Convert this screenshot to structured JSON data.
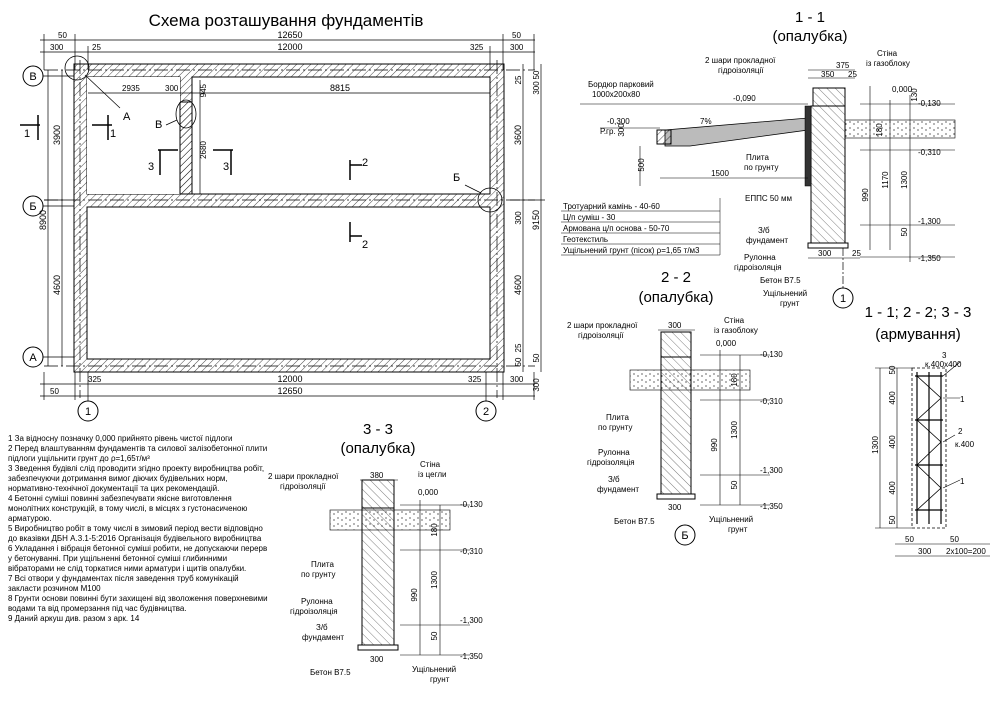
{
  "plan": {
    "title": "Схема розташування фундаментів",
    "top_dims": [
      "12650",
      "12000"
    ],
    "top_small": [
      "50",
      "300",
      "25",
      "325",
      "300",
      "50"
    ],
    "bottom_dims": [
      "12000",
      "12650"
    ],
    "bottom_small": [
      "325",
      "325",
      "50",
      "300",
      "300",
      "50"
    ],
    "inner_dims": [
      "2935",
      "300",
      "945",
      "8815",
      "2680"
    ],
    "left_dims": [
      "3900",
      "8900",
      "4600"
    ],
    "right_dims": [
      "3600",
      "9150",
      "4600",
      "300",
      "25",
      "50",
      "300",
      "50",
      "50",
      "300",
      "25"
    ],
    "axes_rows": [
      "В",
      "Б",
      "А"
    ],
    "axes_cols": [
      "1",
      "2"
    ],
    "node_labels": [
      "А",
      "В",
      "Б"
    ],
    "section_marks": [
      "1",
      "1",
      "2",
      "2",
      "3",
      "3"
    ]
  },
  "section11": {
    "title": "1 - 1",
    "subtitle": "(опалубка)",
    "labels": {
      "border": "Бордюр парковий",
      "border_size": "1000х200х80",
      "layers": "2 шари прокладної",
      "layers2": "гідроізоляції",
      "wall": "Стіна",
      "wall2": "із газоблоку",
      "slab": "Плита",
      "slab2": "по грунту",
      "epps": "ЕППС 50 мм",
      "foundation": "З/б",
      "foundation2": "фундамент",
      "roll": "Рулонна",
      "roll2": "гідроізоляція",
      "concrete": "Бетон В7.5",
      "soil": "Ущільнений",
      "soil2": "грунт",
      "rgr": "Р.гр.",
      "slope": "7%"
    },
    "layers_table": [
      "Тротуарний камінь - 40-60",
      "Ц/п суміш - 30",
      "Армована ц/п основа - 50-70",
      "Геотекстиль",
      "Ущільнений грунт (пісок) ρ=1,65 т/м3"
    ],
    "levels": [
      "-0,090",
      "-0,300",
      "0,000",
      "-0,130",
      "-0,310",
      "-1,300",
      "-1,350"
    ],
    "dims": [
      "375",
      "350",
      "25",
      "130",
      "180",
      "1300",
      "1170",
      "990",
      "50",
      "300",
      "25",
      "300",
      "500",
      "1500"
    ],
    "axis": "1"
  },
  "section22": {
    "title": "2 - 2",
    "subtitle": "(опалубка)",
    "labels": {
      "layers": "2 шари прокладної",
      "layers2": "гідроізоляції",
      "wall": "Стіна",
      "wall2": "із газоблоку",
      "slab": "Плита",
      "slab2": "по грунту",
      "roll": "Рулонна",
      "roll2": "гідроізоляція",
      "foundation": "З/б",
      "foundation2": "фундамент",
      "concrete": "Бетон В7.5",
      "soil": "Ущільнений",
      "soil2": "грунт"
    },
    "levels": [
      "0,000",
      "-0,130",
      "-0,310",
      "-1,300",
      "-1,350"
    ],
    "dims": [
      "300",
      "180",
      "1300",
      "990",
      "50",
      "300"
    ],
    "axis": "Б"
  },
  "section33": {
    "title": "3 - 3",
    "subtitle": "(опалубка)",
    "labels": {
      "layers": "2 шари прокладної",
      "layers2": "гідроізоляції",
      "wall": "Стіна",
      "wall2": "із цегли",
      "slab": "Плита",
      "slab2": "по грунту",
      "roll": "Рулонна",
      "roll2": "гідроізоляція",
      "foundation": "З/б",
      "foundation2": "фундамент",
      "concrete": "Бетон В7.5",
      "soil": "Ущільнений",
      "soil2": "грунт"
    },
    "levels": [
      "0,000",
      "-0,130",
      "-0,310",
      "-1,300",
      "-1,350"
    ],
    "dims": [
      "380",
      "180",
      "1300",
      "990",
      "50",
      "300"
    ]
  },
  "reinf": {
    "title": "1 - 1; 2 - 2; 3 - 3",
    "subtitle": "(армування)",
    "mesh_top": "к.400х400",
    "mesh_side": "к.400",
    "marks": [
      "3",
      "1",
      "2",
      "1"
    ],
    "dims": [
      "50",
      "400",
      "400",
      "400",
      "1300",
      "50",
      "50",
      "50",
      "300",
      "2х100=200"
    ]
  },
  "notes": [
    "1 За відносну позначку 0,000 прийнято рівень чистої підлоги",
    "2 Перед влаштуванням фундаментів та силової залізобетонної плити підлоги ущільнити грунт до ρ=1,65т/м³",
    "3 Зведення будівлі слід проводити згідно проекту виробництва робіт, забезпечуючи дотримання вимог діючих будівельних норм, нормативно-технічної документації та цих рекомендацій.",
    "4 Бетонні суміші повинні забезпечувати якісне виготовлення монолітних конструкцій, в тому числі, в місцях з густонасиченою арматурою.",
    "5 Виробництво робіт в тому числі в зимовий період вести відповідно до вказівки ДБН А.3.1-5:2016 Організація будівельного виробництва",
    "6 Укладання і вібрація бетонної суміші робити, не допускаючи перерв у бетонуванні. При ущільненні бетонної суміші глибинними вібраторами не слід торкатися ними арматури і щитів опалубки.",
    "7 Всі отвори у фундаментах після заведення труб комунікацій закласти розчином М100",
    "8 Грунти основи повинні бути захищені від зволоження поверхневими водами та від промерзання під час будівництва.",
    "9 Даний аркуш див. разом з арк. 14"
  ]
}
